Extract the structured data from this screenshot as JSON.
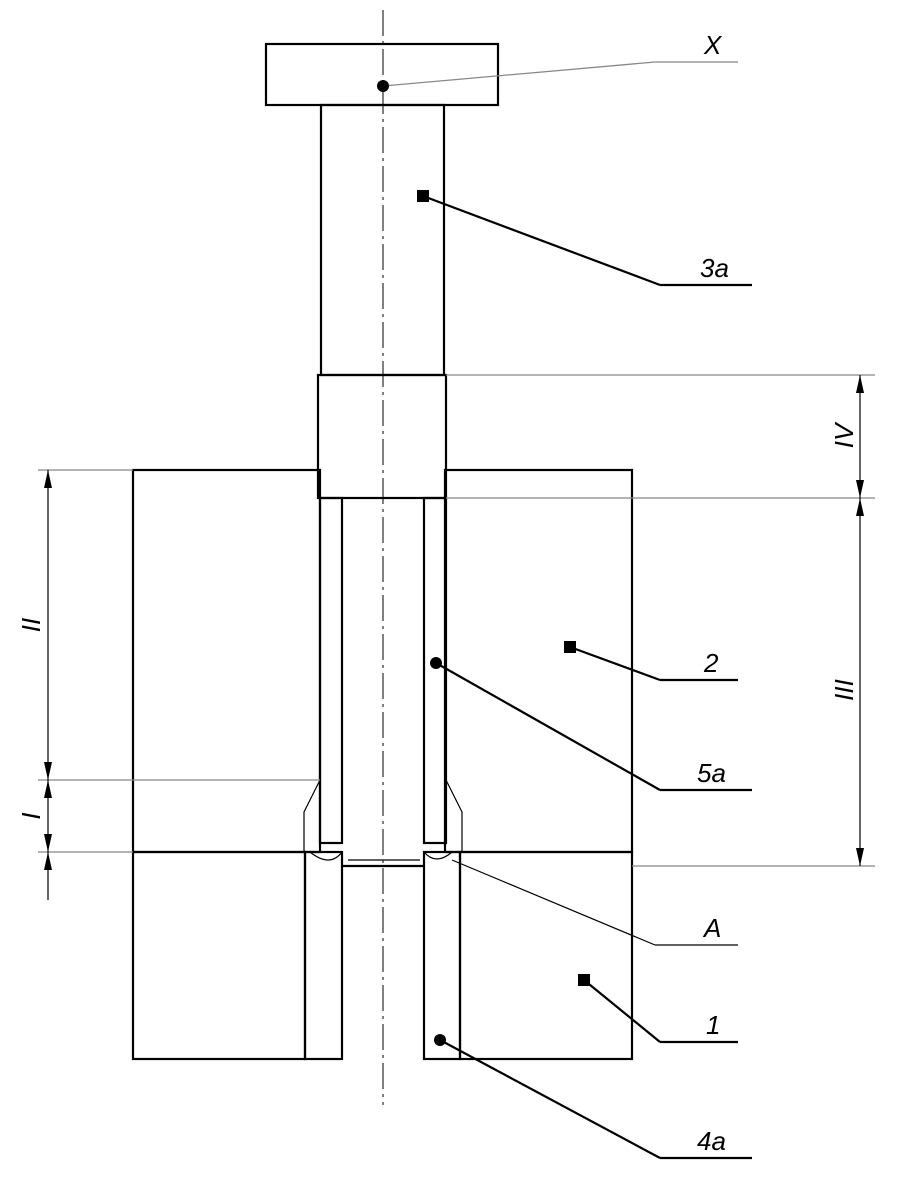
{
  "labels": {
    "x": "X",
    "punch": "3a",
    "die_upper": "2",
    "sleeve_upper": "5a",
    "point_a": "A",
    "die_lower": "1",
    "sleeve_lower": "4a"
  },
  "dimensions": {
    "zone_1": "I",
    "zone_2": "II",
    "zone_3": "III",
    "zone_4": "IV"
  }
}
